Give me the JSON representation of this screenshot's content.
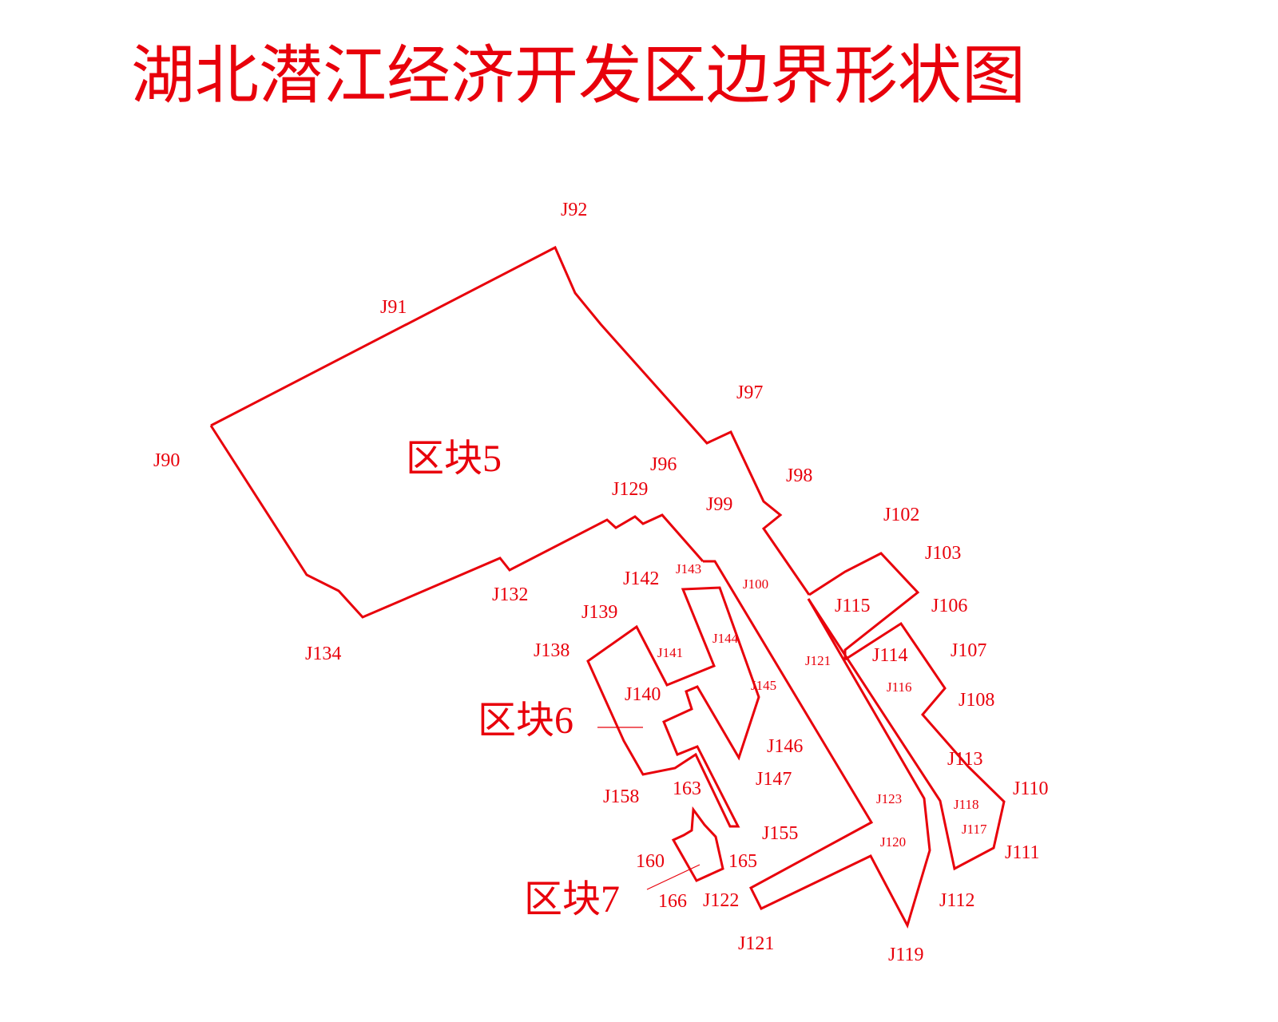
{
  "map": {
    "title": "湖北潜江经济开发区边界形状图",
    "line_color": "#e8000b",
    "blocks": [
      {
        "id": "block5",
        "label": "区块5"
      },
      {
        "id": "block6",
        "label": "区块6"
      },
      {
        "id": "block7",
        "label": "区块7"
      }
    ],
    "point_labels": [
      "J92",
      "J91",
      "J90",
      "J134",
      "J132",
      "J129",
      "J96",
      "J97",
      "J98",
      "J99",
      "J102",
      "J103",
      "J106",
      "J107",
      "J108",
      "J113",
      "J110",
      "J111",
      "J112",
      "J119",
      "J115",
      "J114",
      "J116",
      "J118",
      "J117",
      "J121",
      "J123",
      "J120",
      "J122",
      "J121",
      "J142",
      "J143",
      "J100",
      "J139",
      "J138",
      "J141",
      "J144",
      "J140",
      "J145",
      "J146",
      "J147",
      "J155",
      "J158",
      "163",
      "160",
      "165",
      "166"
    ]
  }
}
